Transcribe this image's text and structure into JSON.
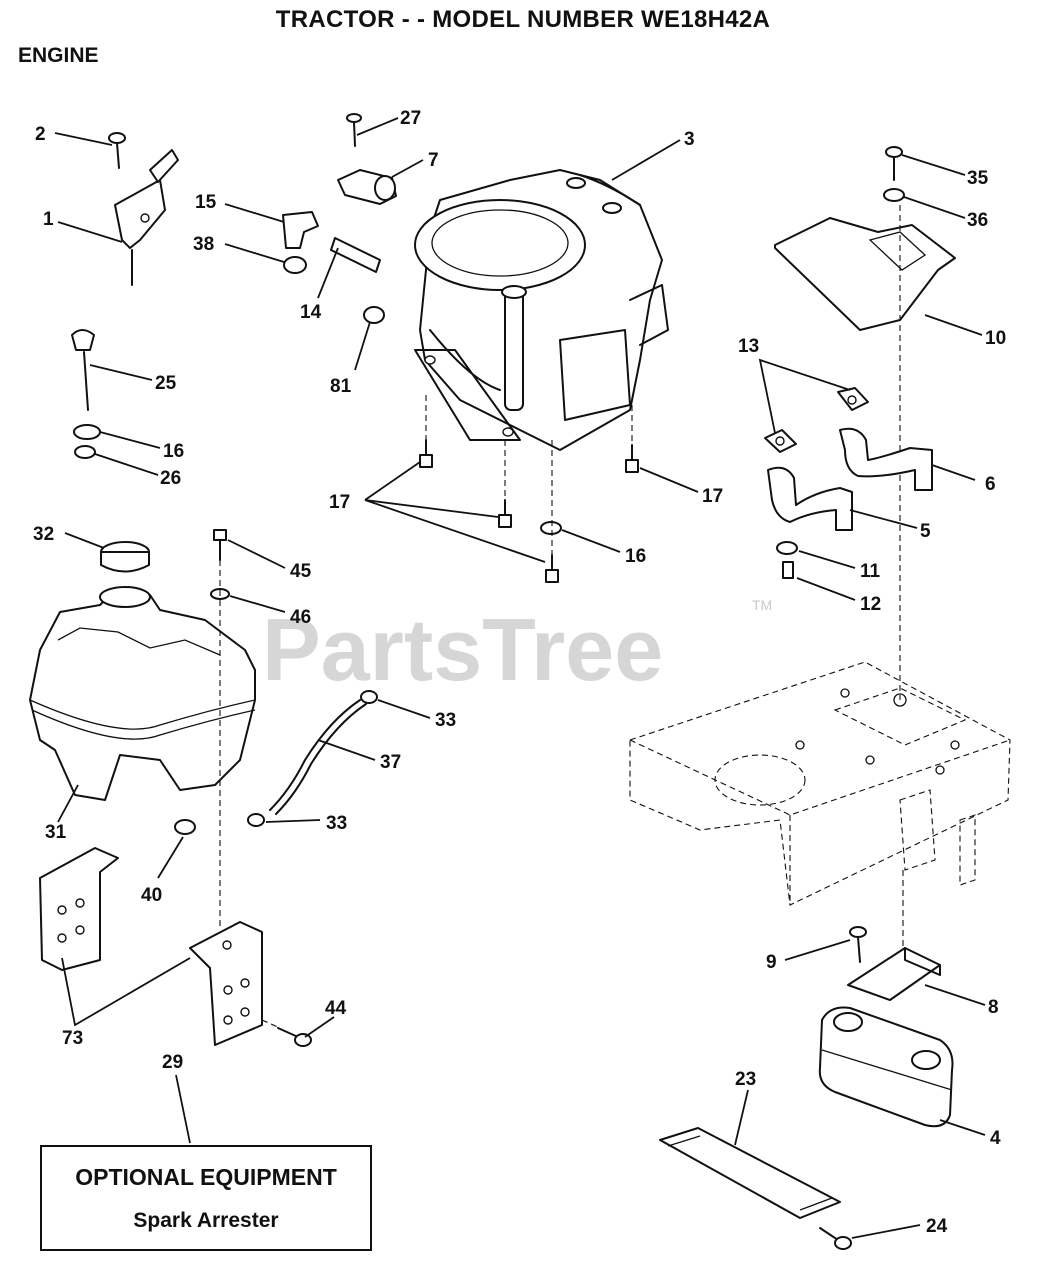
{
  "header": {
    "title": "TRACTOR - - MODEL NUMBER WE18H42A",
    "section": "ENGINE"
  },
  "watermark": {
    "text": "PartsTree",
    "trademark": "TM"
  },
  "optional_box": {
    "title": "OPTIONAL EQUIPMENT",
    "subtitle": "Spark Arrester"
  },
  "callouts": [
    "2",
    "1",
    "27",
    "7",
    "3",
    "15",
    "38",
    "14",
    "81",
    "35",
    "36",
    "10",
    "25",
    "16",
    "26",
    "13",
    "6",
    "5",
    "17",
    "17",
    "16",
    "11",
    "12",
    "32",
    "45",
    "46",
    "33",
    "37",
    "33",
    "31",
    "40",
    "9",
    "8",
    "73",
    "44",
    "29",
    "23",
    "4",
    "24"
  ]
}
